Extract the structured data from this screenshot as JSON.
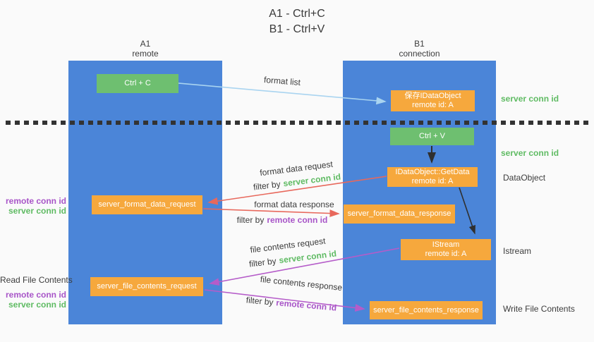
{
  "title": {
    "line1": "A1 - Ctrl+C",
    "line2": "B1 - Ctrl+V"
  },
  "lifelines": {
    "a1": {
      "name": "A1",
      "role": "remote"
    },
    "b1": {
      "name": "B1",
      "role": "connection"
    }
  },
  "nodes": {
    "ctrl_c": "Ctrl + C",
    "ctrl_v": "Ctrl + V",
    "save_idataobject": {
      "title": "保存IDataObject",
      "subtitle": "remote id: A"
    },
    "getdata": {
      "title": "IDataObject::GetData",
      "subtitle": "remote id: A"
    },
    "istream": {
      "title": "IStream",
      "subtitle": "remote id: A"
    },
    "server_format_data_request": "server_format_data_request",
    "server_format_data_response": "server_format_data_response",
    "server_file_contents_request": "server_file_contents_request",
    "server_file_contents_response": "server_file_contents_response"
  },
  "flow_labels": {
    "format_list": "format list",
    "format_data_request": "format data request",
    "format_data_response": "format data response",
    "file_contents_request": "file contents request",
    "file_contents_response": "file contents response",
    "filter_by": "filter by",
    "server_conn_id": "server conn id",
    "remote_conn_id": "remote conn id"
  },
  "annotations": {
    "server_conn_id_right_top": "server conn id",
    "server_conn_id_right_mid": "server conn id",
    "dataobject": "DataObject",
    "istream": "Istream",
    "read_file_contents": "Read File Contents",
    "write_file_contents": "Write File Contents",
    "remote_conn_id_left_mid": "remote conn id",
    "server_conn_id_left_mid": "server conn id",
    "remote_conn_id_left_bottom": "remote conn id",
    "server_conn_id_left_bottom": "server conn id"
  },
  "colors": {
    "lifeline_blue": "#4b85d8",
    "node_orange": "#f6a83d",
    "node_green": "#6ebf70",
    "arrow_red": "#e8685c",
    "arrow_purple": "#b55cc9",
    "arrow_light_blue": "#a9d4f0",
    "arrow_black": "#2f2f2f",
    "text_green": "#5fbb63",
    "text_purple": "#a855c8"
  }
}
